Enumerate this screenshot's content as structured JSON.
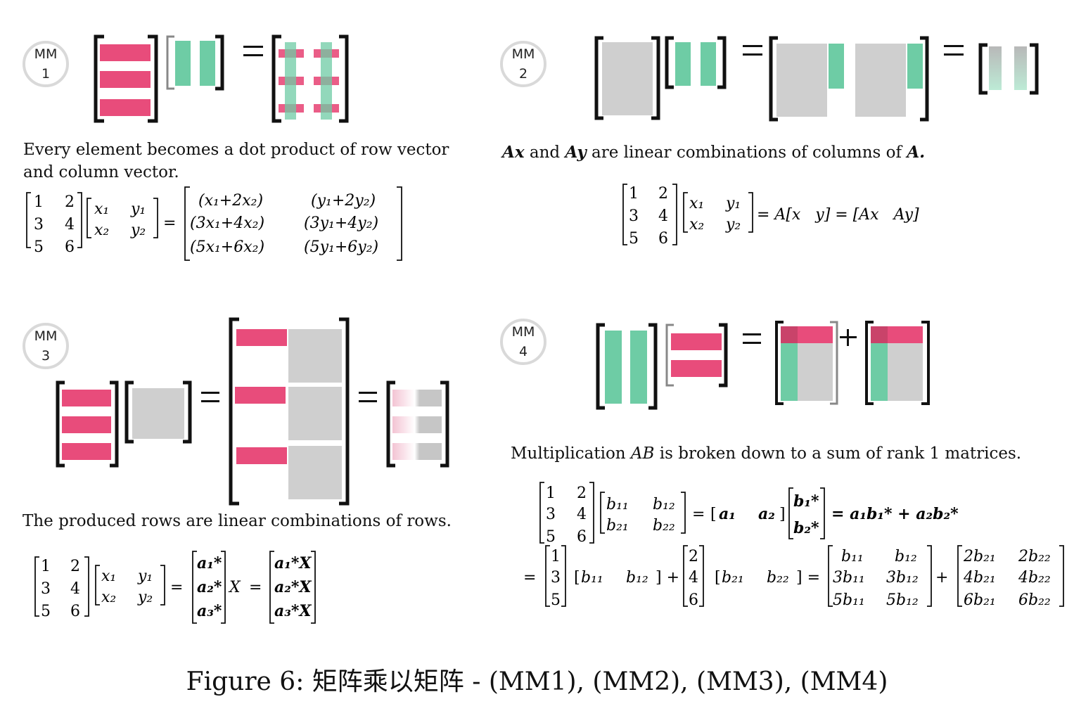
{
  "colors": {
    "pink": "#e84c7b",
    "green": "#6ecca5",
    "gray": "#cfcfcf",
    "badge_border": "#d9d9d9"
  },
  "caption": "Figure 6: 矩阵乘以矩阵 - (MM1), (MM2), (MM3), (MM4)",
  "panels": [
    {
      "badge_top": "MM",
      "badge_num": "1",
      "desc_line1": "Every element becomes a dot product of row vector",
      "desc_line2": "and column vector.",
      "lhs_a": [
        "1",
        "2",
        "3",
        "4",
        "5",
        "6"
      ],
      "lhs_b": [
        "x₁",
        "y₁",
        "x₂",
        "y₂"
      ],
      "rhs": [
        "(x₁+2x₂)",
        "(y₁+2y₂)",
        "(3x₁+4x₂)",
        "(3y₁+4y₂)",
        "(5x₁+6x₂)",
        "(5y₁+6y₂)"
      ]
    },
    {
      "badge_top": "MM",
      "badge_num": "2",
      "desc_a": "Ax",
      "desc_and": "and",
      "desc_b": "Ay",
      "desc_rest": "are linear combinations of columns of",
      "desc_end": "A.",
      "lhs_a": [
        "1",
        "2",
        "3",
        "4",
        "5",
        "6"
      ],
      "lhs_b": [
        "x₁",
        "y₁",
        "x₂",
        "y₂"
      ],
      "rhs1": "= A[x   y] = [Ax   Ay]"
    },
    {
      "badge_top": "MM",
      "badge_num": "3",
      "desc": "The produced rows are linear combinations of rows.",
      "lhs_a": [
        "1",
        "2",
        "3",
        "4",
        "5",
        "6"
      ],
      "lhs_b": [
        "x₁",
        "y₁",
        "x₂",
        "y₂"
      ],
      "rows": [
        "a₁*",
        "a₂*",
        "a₃*"
      ],
      "rows_x": [
        "a₁*X",
        "a₂*X",
        "a₃*X"
      ],
      "x_label": "X"
    },
    {
      "badge_top": "MM",
      "badge_num": "4",
      "desc_pre": "Multiplication",
      "desc_ab": "AB",
      "desc_post": "is broken down to a sum of rank 1 matrices.",
      "lhs_a": [
        "1",
        "2",
        "3",
        "4",
        "5",
        "6"
      ],
      "lhs_b": [
        "b₁₁",
        "b₁₂",
        "b₂₁",
        "b₂₂"
      ],
      "cols": [
        "a₁",
        "a₂"
      ],
      "rows_b": [
        "b₁*",
        "b₂*"
      ],
      "sum": "= a₁b₁* + a₂b₂*",
      "col1": [
        "1",
        "3",
        "5"
      ],
      "row1": [
        "b₁₁",
        "b₁₂"
      ],
      "col2": [
        "2",
        "4",
        "6"
      ],
      "row2": [
        "b₂₁",
        "b₂₂"
      ],
      "m1": [
        "b₁₁",
        "b₁₂",
        "3b₁₁",
        "3b₁₂",
        "5b₁₁",
        "5b₁₂"
      ],
      "m2": [
        "2b₂₁",
        "2b₂₂",
        "4b₂₁",
        "4b₂₂",
        "6b₂₁",
        "6b₂₂"
      ]
    }
  ]
}
